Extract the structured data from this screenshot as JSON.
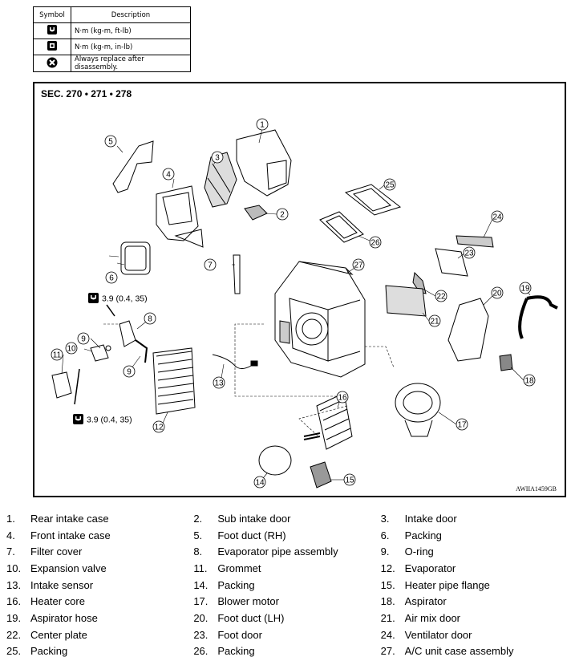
{
  "symbol_table": {
    "headers": [
      "Symbol",
      "Description"
    ],
    "rows": [
      {
        "icon": "torque-wrench-icon",
        "description": "N·m (kg-m, ft-lb)"
      },
      {
        "icon": "torque-wrench-small-icon",
        "description": "N·m (kg-m, in-lb)"
      },
      {
        "icon": "always-replace-icon",
        "description": "Always replace after disassembly."
      }
    ]
  },
  "diagram": {
    "section": "SEC. 270 • 271 • 278",
    "figure_id": "AWIIA1459GB",
    "torque_top": "3.9 (0.4, 35)",
    "torque_bottom": "3.9 (0.4, 35)",
    "callouts": [
      "1",
      "2",
      "3",
      "4",
      "5",
      "6",
      "7",
      "8",
      "9",
      "9",
      "10",
      "11",
      "12",
      "13",
      "14",
      "15",
      "16",
      "17",
      "18",
      "19",
      "20",
      "21",
      "22",
      "23",
      "24",
      "25",
      "26",
      "27"
    ]
  },
  "legend": [
    [
      {
        "num": "1.",
        "name": "Rear intake case"
      },
      {
        "num": "2.",
        "name": "Sub intake door"
      },
      {
        "num": "3.",
        "name": "Intake door"
      }
    ],
    [
      {
        "num": "4.",
        "name": "Front intake case"
      },
      {
        "num": "5.",
        "name": "Foot duct (RH)"
      },
      {
        "num": "6.",
        "name": "Packing"
      }
    ],
    [
      {
        "num": "7.",
        "name": "Filter cover"
      },
      {
        "num": "8.",
        "name": "Evaporator pipe assembly"
      },
      {
        "num": "9.",
        "name": "O-ring"
      }
    ],
    [
      {
        "num": "10.",
        "name": "Expansion valve"
      },
      {
        "num": "11.",
        "name": "Grommet"
      },
      {
        "num": "12.",
        "name": "Evaporator"
      }
    ],
    [
      {
        "num": "13.",
        "name": "Intake sensor"
      },
      {
        "num": "14.",
        "name": "Packing"
      },
      {
        "num": "15.",
        "name": "Heater pipe flange"
      }
    ],
    [
      {
        "num": "16.",
        "name": "Heater core"
      },
      {
        "num": "17.",
        "name": "Blower motor"
      },
      {
        "num": "18.",
        "name": "Aspirator"
      }
    ],
    [
      {
        "num": "19.",
        "name": "Aspirator hose"
      },
      {
        "num": "20.",
        "name": "Foot duct (LH)"
      },
      {
        "num": "21.",
        "name": "Air mix door"
      }
    ],
    [
      {
        "num": "22.",
        "name": "Center plate"
      },
      {
        "num": "23.",
        "name": "Foot door"
      },
      {
        "num": "24.",
        "name": "Ventilator door"
      }
    ],
    [
      {
        "num": "25.",
        "name": "Packing"
      },
      {
        "num": "26.",
        "name": "Packing"
      },
      {
        "num": "27.",
        "name": "A/C unit case assembly"
      }
    ]
  ]
}
